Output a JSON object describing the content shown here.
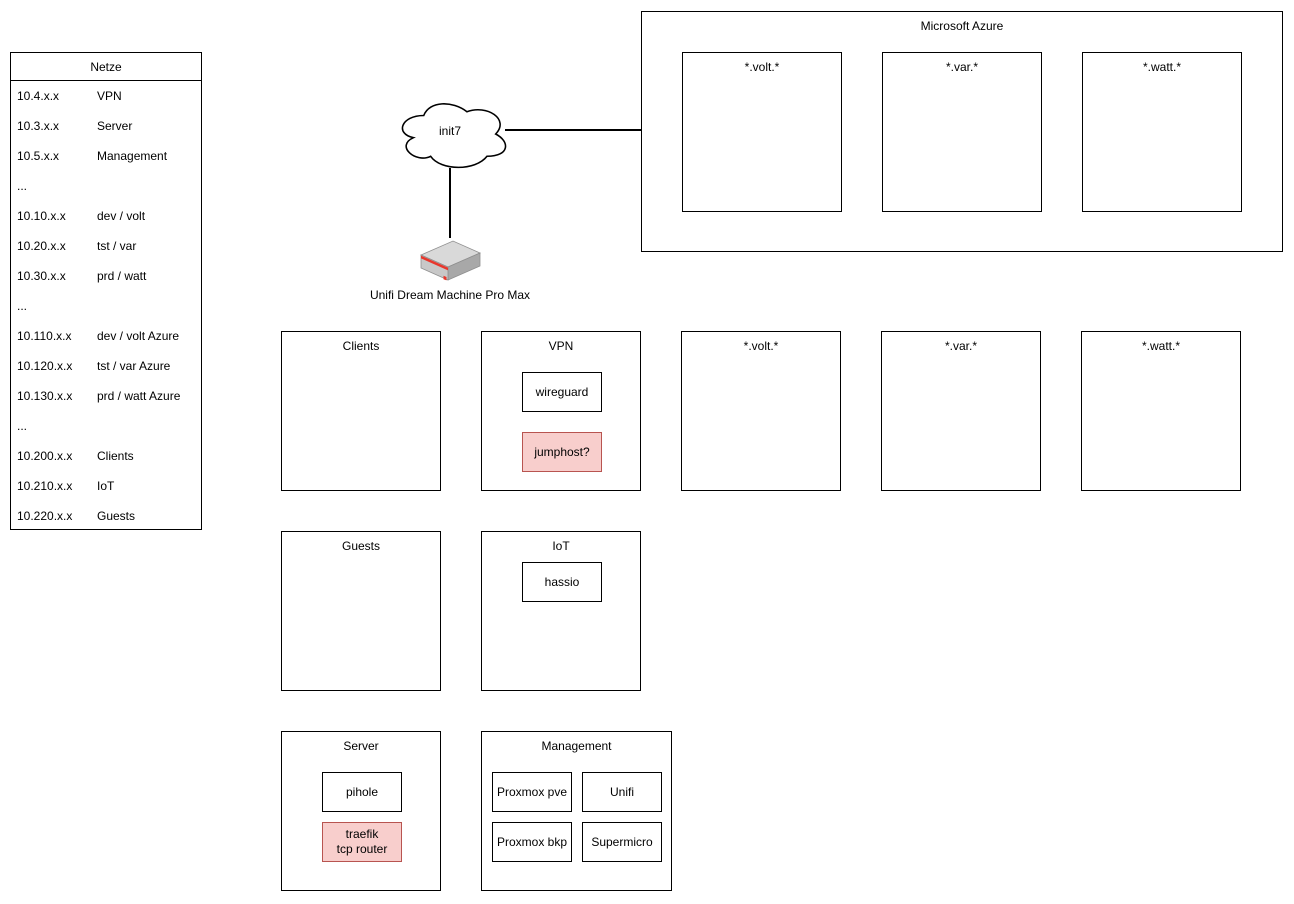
{
  "netze_table": {
    "title": "Netze",
    "rows": [
      {
        "ip": "10.4.x.x",
        "name": "VPN"
      },
      {
        "ip": "10.3.x.x",
        "name": "Server"
      },
      {
        "ip": "10.5.x.x",
        "name": "Management"
      },
      {
        "ip": "...",
        "name": ""
      },
      {
        "ip": "10.10.x.x",
        "name": "dev / volt"
      },
      {
        "ip": "10.20.x.x",
        "name": "tst / var"
      },
      {
        "ip": "10.30.x.x",
        "name": "prd / watt"
      },
      {
        "ip": "...",
        "name": ""
      },
      {
        "ip": "10.110.x.x",
        "name": "dev / volt Azure"
      },
      {
        "ip": "10.120.x.x",
        "name": "tst / var Azure"
      },
      {
        "ip": "10.130.x.x",
        "name": "prd / watt Azure"
      },
      {
        "ip": "...",
        "name": ""
      },
      {
        "ip": "10.200.x.x",
        "name": "Clients"
      },
      {
        "ip": "10.210.x.x",
        "name": "IoT"
      },
      {
        "ip": "10.220.x.x",
        "name": "Guests"
      }
    ]
  },
  "wan": {
    "cloud_label": "init7",
    "router_label": "Unifi Dream Machine Pro Max"
  },
  "azure": {
    "title": "Microsoft Azure",
    "zones": [
      "*.volt.*",
      "*.var.*",
      "*.watt.*"
    ]
  },
  "zones": {
    "clients": {
      "title": "Clients"
    },
    "vpn": {
      "title": "VPN",
      "wireguard": "wireguard",
      "jumphost": "jumphost?"
    },
    "volt": {
      "title": "*.volt.*"
    },
    "var": {
      "title": "*.var.*"
    },
    "watt": {
      "title": "*.watt.*"
    },
    "guests": {
      "title": "Guests"
    },
    "iot": {
      "title": "IoT",
      "hassio": "hassio"
    },
    "server": {
      "title": "Server",
      "pihole": "pihole",
      "traefik": "traefik\ntcp router"
    },
    "management": {
      "title": "Management",
      "proxmox_pve": "Proxmox pve",
      "unifi": "Unifi",
      "proxmox_bkp": "Proxmox bkp",
      "supermicro": "Supermicro"
    }
  },
  "colors": {
    "stroke": "#000000",
    "background": "#ffffff",
    "highlight_fill": "#f8cecc",
    "highlight_stroke": "#b85450",
    "router_red": "#e8372c"
  }
}
